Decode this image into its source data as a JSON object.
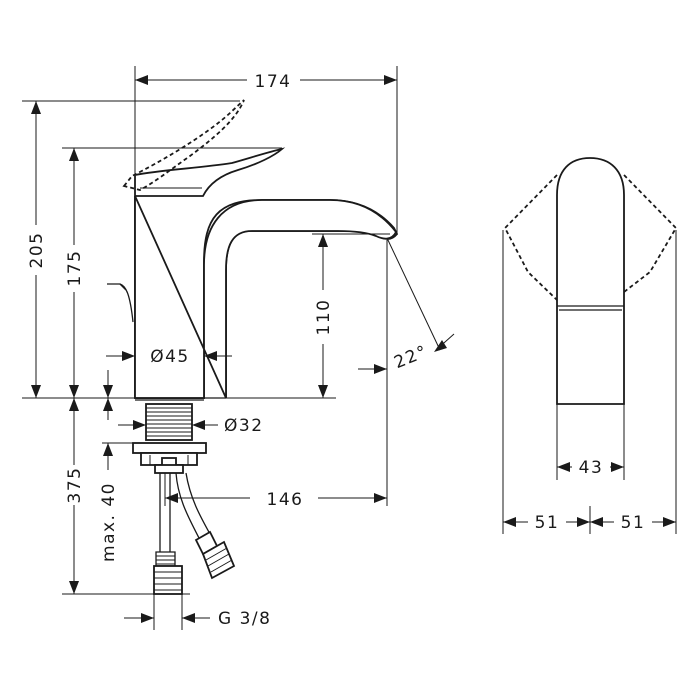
{
  "dimensions": {
    "width_overall": "174",
    "height_total": "205",
    "height_spout": "175",
    "height_under_spout": "110",
    "base_diameter": "Ø45",
    "shank_diameter": "Ø32",
    "spout_angle": "22°",
    "below_counter": "375",
    "max_thickness": "max. 40",
    "reach": "146",
    "connection": "G 3/8",
    "handle_width": "43",
    "side_left": "51",
    "side_right": "51"
  }
}
